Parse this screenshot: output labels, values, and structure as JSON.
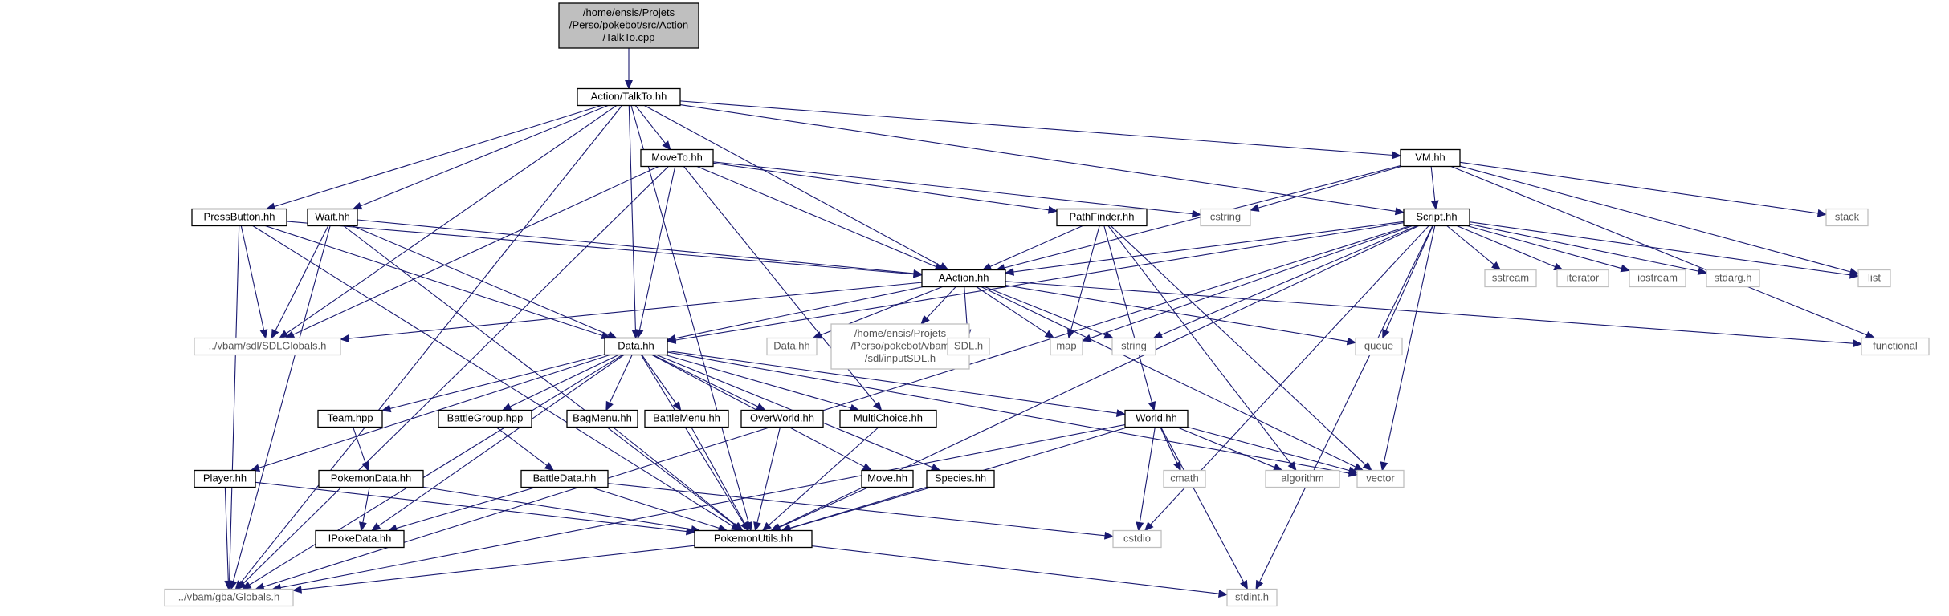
{
  "diagram": {
    "type": "include-dependency-graph",
    "edge_color": "#191970",
    "nodes": [
      {
        "id": "root",
        "lines": [
          "/home/ensis/Projets",
          "/Perso/pokebot/src/Action",
          "/TalkTo.cpp"
        ],
        "kind": "root"
      },
      {
        "id": "talkto_hh",
        "lines": [
          "Action/TalkTo.hh"
        ],
        "kind": "main"
      },
      {
        "id": "vm",
        "lines": [
          "VM.hh"
        ],
        "kind": "main"
      },
      {
        "id": "moveto",
        "lines": [
          "MoveTo.hh"
        ],
        "kind": "main"
      },
      {
        "id": "pressbutton",
        "lines": [
          "PressButton.hh"
        ],
        "kind": "main"
      },
      {
        "id": "wait",
        "lines": [
          "Wait.hh"
        ],
        "kind": "main"
      },
      {
        "id": "pathfinder",
        "lines": [
          "PathFinder.hh"
        ],
        "kind": "main"
      },
      {
        "id": "script",
        "lines": [
          "Script.hh"
        ],
        "kind": "main"
      },
      {
        "id": "cstring",
        "lines": [
          "cstring"
        ],
        "kind": "sys"
      },
      {
        "id": "stack",
        "lines": [
          "stack"
        ],
        "kind": "sys"
      },
      {
        "id": "list",
        "lines": [
          "list"
        ],
        "kind": "sys"
      },
      {
        "id": "aaction",
        "lines": [
          "AAction.hh"
        ],
        "kind": "main"
      },
      {
        "id": "sstream",
        "lines": [
          "sstream"
        ],
        "kind": "sys"
      },
      {
        "id": "iterator",
        "lines": [
          "iterator"
        ],
        "kind": "sys"
      },
      {
        "id": "iostream",
        "lines": [
          "iostream"
        ],
        "kind": "sys"
      },
      {
        "id": "stdarg",
        "lines": [
          "stdarg.h"
        ],
        "kind": "sys"
      },
      {
        "id": "sdlglobals",
        "lines": [
          "../vbam/sdl/SDLGlobals.h"
        ],
        "kind": "sys"
      },
      {
        "id": "data",
        "lines": [
          "Data.hh"
        ],
        "kind": "main"
      },
      {
        "id": "data_sys",
        "lines": [
          "Data.hh"
        ],
        "kind": "sys"
      },
      {
        "id": "inputsdl",
        "lines": [
          "/home/ensis/Projets",
          "/Perso/pokebot/vbam",
          "/sdl/inputSDL.h"
        ],
        "kind": "sys"
      },
      {
        "id": "sdlh",
        "lines": [
          "SDL.h"
        ],
        "kind": "sys"
      },
      {
        "id": "map",
        "lines": [
          "map"
        ],
        "kind": "sys"
      },
      {
        "id": "string",
        "lines": [
          "string"
        ],
        "kind": "sys"
      },
      {
        "id": "queue",
        "lines": [
          "queue"
        ],
        "kind": "sys"
      },
      {
        "id": "functional",
        "lines": [
          "functional"
        ],
        "kind": "sys"
      },
      {
        "id": "team",
        "lines": [
          "Team.hpp"
        ],
        "kind": "main"
      },
      {
        "id": "battlegroup",
        "lines": [
          "BattleGroup.hpp"
        ],
        "kind": "main"
      },
      {
        "id": "bagmenu",
        "lines": [
          "BagMenu.hh"
        ],
        "kind": "main"
      },
      {
        "id": "battlemenu",
        "lines": [
          "BattleMenu.hh"
        ],
        "kind": "main"
      },
      {
        "id": "overworld",
        "lines": [
          "OverWorld.hh"
        ],
        "kind": "main"
      },
      {
        "id": "multichoice",
        "lines": [
          "MultiChoice.hh"
        ],
        "kind": "main"
      },
      {
        "id": "world",
        "lines": [
          "World.hh"
        ],
        "kind": "main"
      },
      {
        "id": "player",
        "lines": [
          "Player.hh"
        ],
        "kind": "main"
      },
      {
        "id": "pokemondata",
        "lines": [
          "PokemonData.hh"
        ],
        "kind": "main"
      },
      {
        "id": "battledata",
        "lines": [
          "BattleData.hh"
        ],
        "kind": "main"
      },
      {
        "id": "move",
        "lines": [
          "Move.hh"
        ],
        "kind": "main"
      },
      {
        "id": "species",
        "lines": [
          "Species.hh"
        ],
        "kind": "main"
      },
      {
        "id": "cmath",
        "lines": [
          "cmath"
        ],
        "kind": "sys"
      },
      {
        "id": "algorithm",
        "lines": [
          "algorithm"
        ],
        "kind": "sys"
      },
      {
        "id": "vector",
        "lines": [
          "vector"
        ],
        "kind": "sys"
      },
      {
        "id": "ipokedata",
        "lines": [
          "IPokeData.hh"
        ],
        "kind": "main"
      },
      {
        "id": "pokemonutils",
        "lines": [
          "PokemonUtils.hh"
        ],
        "kind": "main"
      },
      {
        "id": "cstdio",
        "lines": [
          "cstdio"
        ],
        "kind": "sys"
      },
      {
        "id": "globals",
        "lines": [
          "../vbam/gba/Globals.h"
        ],
        "kind": "sys"
      },
      {
        "id": "stdint",
        "lines": [
          "stdint.h"
        ],
        "kind": "sys"
      }
    ],
    "edges": [
      [
        "root",
        "talkto_hh"
      ],
      [
        "talkto_hh",
        "vm"
      ],
      [
        "talkto_hh",
        "moveto"
      ],
      [
        "talkto_hh",
        "pressbutton"
      ],
      [
        "talkto_hh",
        "wait"
      ],
      [
        "talkto_hh",
        "script"
      ],
      [
        "talkto_hh",
        "aaction"
      ],
      [
        "talkto_hh",
        "sdlglobals"
      ],
      [
        "talkto_hh",
        "data"
      ],
      [
        "talkto_hh",
        "pokemonutils"
      ],
      [
        "talkto_hh",
        "globals"
      ],
      [
        "vm",
        "cstring"
      ],
      [
        "vm",
        "script"
      ],
      [
        "vm",
        "aaction"
      ],
      [
        "vm",
        "stack"
      ],
      [
        "vm",
        "list"
      ],
      [
        "vm",
        "functional"
      ],
      [
        "moveto",
        "cstring"
      ],
      [
        "moveto",
        "pathfinder"
      ],
      [
        "moveto",
        "aaction"
      ],
      [
        "moveto",
        "data"
      ],
      [
        "moveto",
        "sdlglobals"
      ],
      [
        "moveto",
        "globals"
      ],
      [
        "moveto",
        "multichoice"
      ],
      [
        "pressbutton",
        "aaction"
      ],
      [
        "pressbutton",
        "sdlglobals"
      ],
      [
        "pressbutton",
        "data"
      ],
      [
        "pressbutton",
        "pokemonutils"
      ],
      [
        "pressbutton",
        "globals"
      ],
      [
        "wait",
        "aaction"
      ],
      [
        "wait",
        "sdlglobals"
      ],
      [
        "wait",
        "data"
      ],
      [
        "wait",
        "pokemonutils"
      ],
      [
        "wait",
        "globals"
      ],
      [
        "pathfinder",
        "aaction"
      ],
      [
        "pathfinder",
        "map"
      ],
      [
        "pathfinder",
        "world"
      ],
      [
        "pathfinder",
        "algorithm"
      ],
      [
        "pathfinder",
        "vector"
      ],
      [
        "script",
        "aaction"
      ],
      [
        "script",
        "data"
      ],
      [
        "script",
        "sstream"
      ],
      [
        "script",
        "iterator"
      ],
      [
        "script",
        "iostream"
      ],
      [
        "script",
        "stdarg"
      ],
      [
        "script",
        "list"
      ],
      [
        "script",
        "map"
      ],
      [
        "script",
        "string"
      ],
      [
        "script",
        "queue"
      ],
      [
        "script",
        "vector"
      ],
      [
        "script",
        "pokemonutils"
      ],
      [
        "script",
        "cstdio"
      ],
      [
        "script",
        "globals"
      ],
      [
        "script",
        "stdint"
      ],
      [
        "aaction",
        "sdlglobals"
      ],
      [
        "aaction",
        "data"
      ],
      [
        "aaction",
        "data_sys"
      ],
      [
        "aaction",
        "inputsdl"
      ],
      [
        "aaction",
        "sdlh"
      ],
      [
        "aaction",
        "map"
      ],
      [
        "aaction",
        "string"
      ],
      [
        "aaction",
        "queue"
      ],
      [
        "aaction",
        "functional"
      ],
      [
        "aaction",
        "vector"
      ],
      [
        "data",
        "team"
      ],
      [
        "data",
        "battlegroup"
      ],
      [
        "data",
        "bagmenu"
      ],
      [
        "data",
        "battlemenu"
      ],
      [
        "data",
        "overworld"
      ],
      [
        "data",
        "multichoice"
      ],
      [
        "data",
        "world"
      ],
      [
        "data",
        "player"
      ],
      [
        "data",
        "move"
      ],
      [
        "data",
        "species"
      ],
      [
        "data",
        "pokemonutils"
      ],
      [
        "data",
        "ipokedata"
      ],
      [
        "data",
        "globals"
      ],
      [
        "data",
        "vector"
      ],
      [
        "team",
        "pokemondata"
      ],
      [
        "battlegroup",
        "battledata"
      ],
      [
        "bagmenu",
        "pokemonutils"
      ],
      [
        "battlemenu",
        "pokemonutils"
      ],
      [
        "overworld",
        "pokemonutils"
      ],
      [
        "multichoice",
        "pokemonutils"
      ],
      [
        "world",
        "cmath"
      ],
      [
        "world",
        "algorithm"
      ],
      [
        "world",
        "vector"
      ],
      [
        "world",
        "cstdio"
      ],
      [
        "world",
        "stdint"
      ],
      [
        "world",
        "pokemonutils"
      ],
      [
        "world",
        "globals"
      ],
      [
        "player",
        "pokemonutils"
      ],
      [
        "player",
        "globals"
      ],
      [
        "pokemondata",
        "ipokedata"
      ],
      [
        "pokemondata",
        "pokemonutils"
      ],
      [
        "battledata",
        "ipokedata"
      ],
      [
        "battledata",
        "pokemonutils"
      ],
      [
        "battledata",
        "cstdio"
      ],
      [
        "move",
        "pokemonutils"
      ],
      [
        "species",
        "pokemonutils"
      ],
      [
        "pokemonutils",
        "globals"
      ],
      [
        "pokemonutils",
        "stdint"
      ]
    ]
  }
}
